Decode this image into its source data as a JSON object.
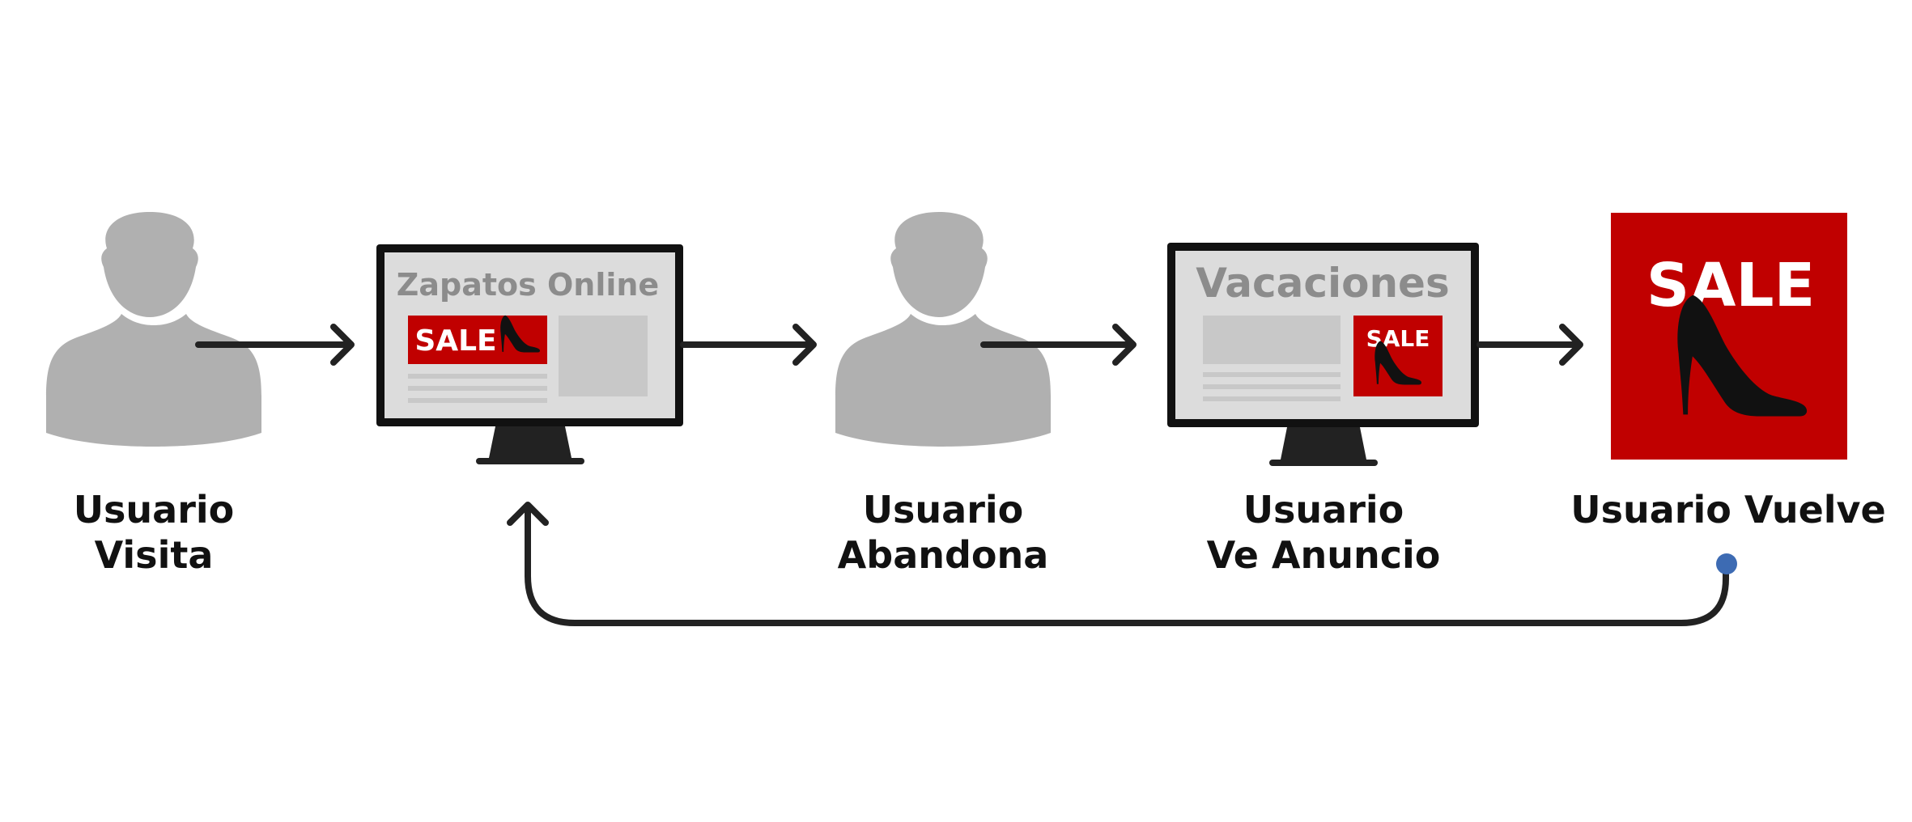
{
  "colors": {
    "accent": "#c00000",
    "person": "#b0b0b0",
    "screen": "#dcdcdc",
    "placeholder": "#c8c8c8",
    "ink": "#222222",
    "dot": "#3d6bb3"
  },
  "steps": [
    {
      "icon": "user-icon",
      "label_line1": "Usuario",
      "label_line2": "Visita"
    },
    {
      "icon": "monitor-icon",
      "screen_title": "Zapatos Online",
      "badge": "SALE"
    },
    {
      "icon": "user-icon",
      "label_line1": "Usuario",
      "label_line2": "Abandona"
    },
    {
      "icon": "monitor-icon",
      "screen_title": "Vacaciones",
      "badge": "SALE",
      "label_line1": "Usuario",
      "label_line2": "Ve Anuncio"
    },
    {
      "icon": "sale-shoe-icon",
      "badge": "SALE",
      "label_line1": "Usuario Vuelve"
    }
  ]
}
